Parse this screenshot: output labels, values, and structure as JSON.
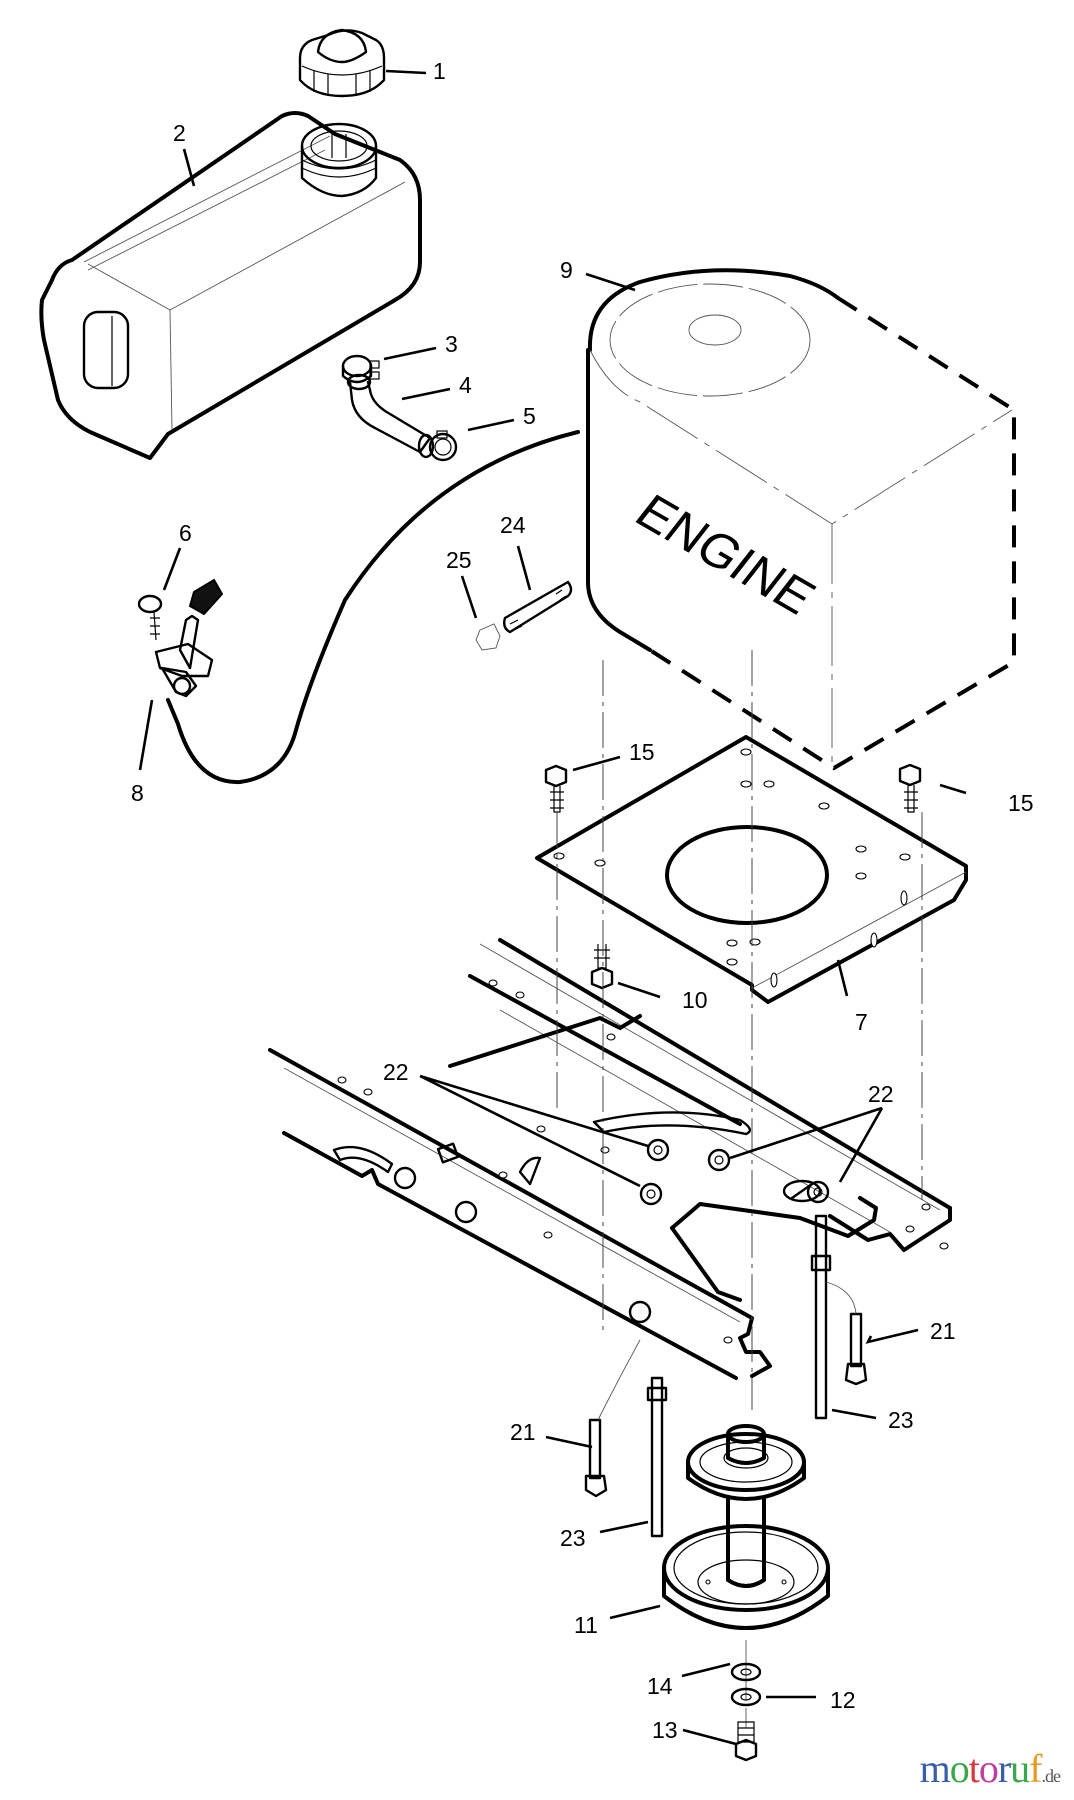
{
  "diagram": {
    "title": "Fuel tank, engine mount and drive pulley exploded parts diagram",
    "engine_label": "ENGINE",
    "callouts": [
      {
        "id": "c1",
        "number": "1",
        "part": "fuel cap"
      },
      {
        "id": "c2",
        "number": "2",
        "part": "fuel tank"
      },
      {
        "id": "c3",
        "number": "3",
        "part": "hose clamp"
      },
      {
        "id": "c4",
        "number": "4",
        "part": "fuel hose"
      },
      {
        "id": "c5",
        "number": "5",
        "part": "hose clamp"
      },
      {
        "id": "c6",
        "number": "6",
        "part": "screw"
      },
      {
        "id": "c8",
        "number": "8",
        "part": "throttle control and cable"
      },
      {
        "id": "c9",
        "number": "9",
        "part": "engine"
      },
      {
        "id": "c24",
        "number": "24",
        "part": "stud"
      },
      {
        "id": "c25",
        "number": "25",
        "part": "nut"
      },
      {
        "id": "c15a",
        "number": "15",
        "part": "bolt"
      },
      {
        "id": "c15b",
        "number": "15",
        "part": "bolt"
      },
      {
        "id": "c10",
        "number": "10",
        "part": "bolt"
      },
      {
        "id": "c7",
        "number": "7",
        "part": "engine mount plate"
      },
      {
        "id": "c22a",
        "number": "22",
        "part": "lock nut"
      },
      {
        "id": "c22b",
        "number": "22",
        "part": "lock nut"
      },
      {
        "id": "c21a",
        "number": "21",
        "part": "carriage bolt"
      },
      {
        "id": "c21b",
        "number": "21",
        "part": "carriage bolt"
      },
      {
        "id": "c23a",
        "number": "23",
        "part": "rod"
      },
      {
        "id": "c23b",
        "number": "23",
        "part": "rod"
      },
      {
        "id": "c11",
        "number": "11",
        "part": "drive pulley"
      },
      {
        "id": "c14",
        "number": "14",
        "part": "washer"
      },
      {
        "id": "c12",
        "number": "12",
        "part": "lock washer"
      },
      {
        "id": "c13",
        "number": "13",
        "part": "bolt"
      }
    ]
  },
  "watermark": {
    "letters": [
      {
        "ch": "m",
        "color": "#3a5fa8"
      },
      {
        "ch": "o",
        "color": "#3aa84a"
      },
      {
        "ch": "t",
        "color": "#d9363e"
      },
      {
        "ch": "o",
        "color": "#c23fa0"
      },
      {
        "ch": "r",
        "color": "#3a5fa8"
      },
      {
        "ch": "u",
        "color": "#3aa84a"
      },
      {
        "ch": "f",
        "color": "#e79a1e"
      }
    ],
    "tld": ".de"
  }
}
